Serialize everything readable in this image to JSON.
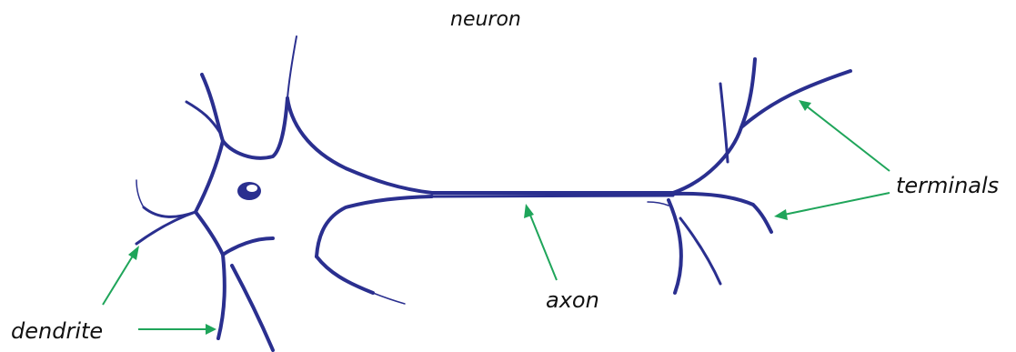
{
  "title": "neuron",
  "labels": {
    "dendrite": "dendrite",
    "axon": "axon",
    "terminals": "terminals"
  },
  "colors": {
    "neuron_stroke": "#2a2f8f",
    "arrow": "#1fa55a",
    "text": "#111111",
    "background": "#ffffff"
  }
}
